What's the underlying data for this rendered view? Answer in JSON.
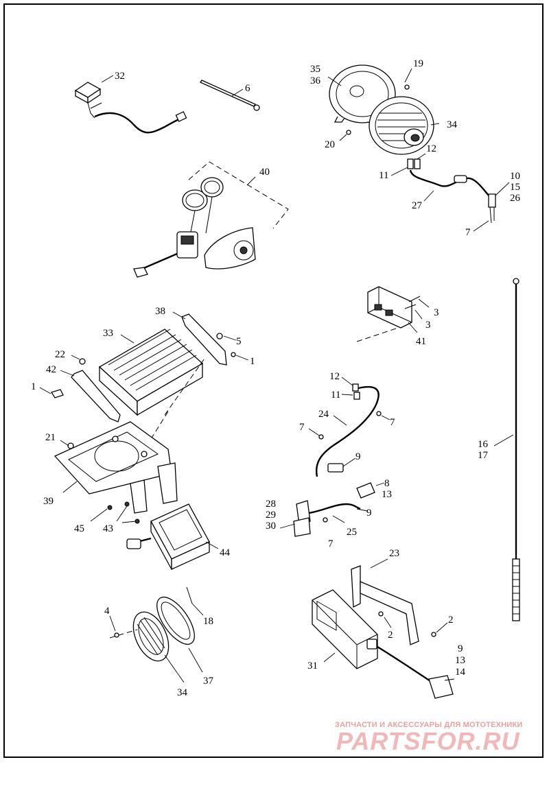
{
  "callouts": {
    "n32": "32",
    "n6": "6",
    "n35": "35",
    "n36": "36",
    "n19": "19",
    "n34a": "34",
    "n20": "20",
    "n12a": "12",
    "n11a": "11",
    "n10": "10",
    "n15": "15",
    "n26": "26",
    "n27": "27",
    "n7a": "7",
    "n40": "40",
    "n3a": "3",
    "n3b": "3",
    "n41": "41",
    "n38": "38",
    "n33": "33",
    "n5": "5",
    "n1a": "1",
    "n22": "22",
    "n42": "42",
    "n1b": "1",
    "n12b": "12",
    "n11b": "11",
    "n24": "24",
    "n7b": "7",
    "n7c": "7",
    "n9a": "9",
    "n21": "21",
    "n16": "16",
    "n17": "17",
    "n39": "39",
    "n8": "8",
    "n13a": "13",
    "n28": "28",
    "n29": "29",
    "n30": "30",
    "n9b": "9",
    "n25": "25",
    "n45": "45",
    "n43": "43",
    "n7d": "7",
    "n44": "44",
    "n23": "23",
    "n4": "4",
    "n18": "18",
    "n2a": "2",
    "n2b": "2",
    "n9c": "9",
    "n13b": "13",
    "n14": "14",
    "n31": "31",
    "n37": "37",
    "n34b": "34"
  },
  "watermark": {
    "tagline": "ЗАПЧАСТИ И АКСЕССУАРЫ ДЛЯ МОТОТЕХНИКИ",
    "logo": "PARTSFOR.RU"
  }
}
